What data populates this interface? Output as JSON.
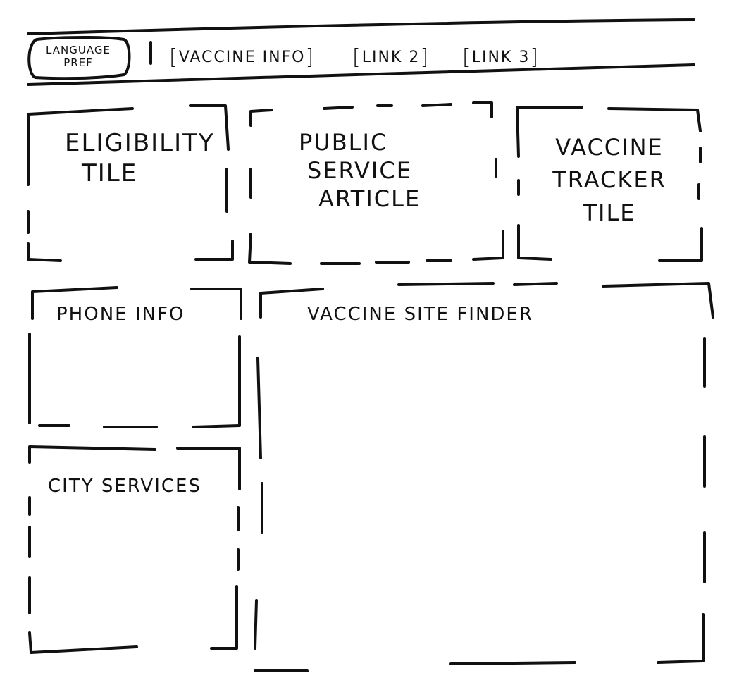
{
  "header": {
    "language_pref": {
      "line1": "LANGUAGE",
      "line2": "PREF"
    },
    "nav_links": [
      "VACCINE INFO",
      "LINK 2",
      "LINK 3"
    ]
  },
  "tiles": {
    "eligibility": {
      "line1": "ELIGIBILITY",
      "line2": "TILE"
    },
    "public_service": {
      "line1": "PUBLIC",
      "line2": "SERVICE",
      "line3": "ARTICLE"
    },
    "vaccine_tracker": {
      "line1": "VACCINE",
      "line2": "TRACKER",
      "line3": "TILE"
    },
    "phone_info": {
      "label": "PHONE INFO"
    },
    "city_services": {
      "label": "CITY SERVICES"
    },
    "site_finder": {
      "label": "VACCINE SITE FINDER"
    }
  }
}
